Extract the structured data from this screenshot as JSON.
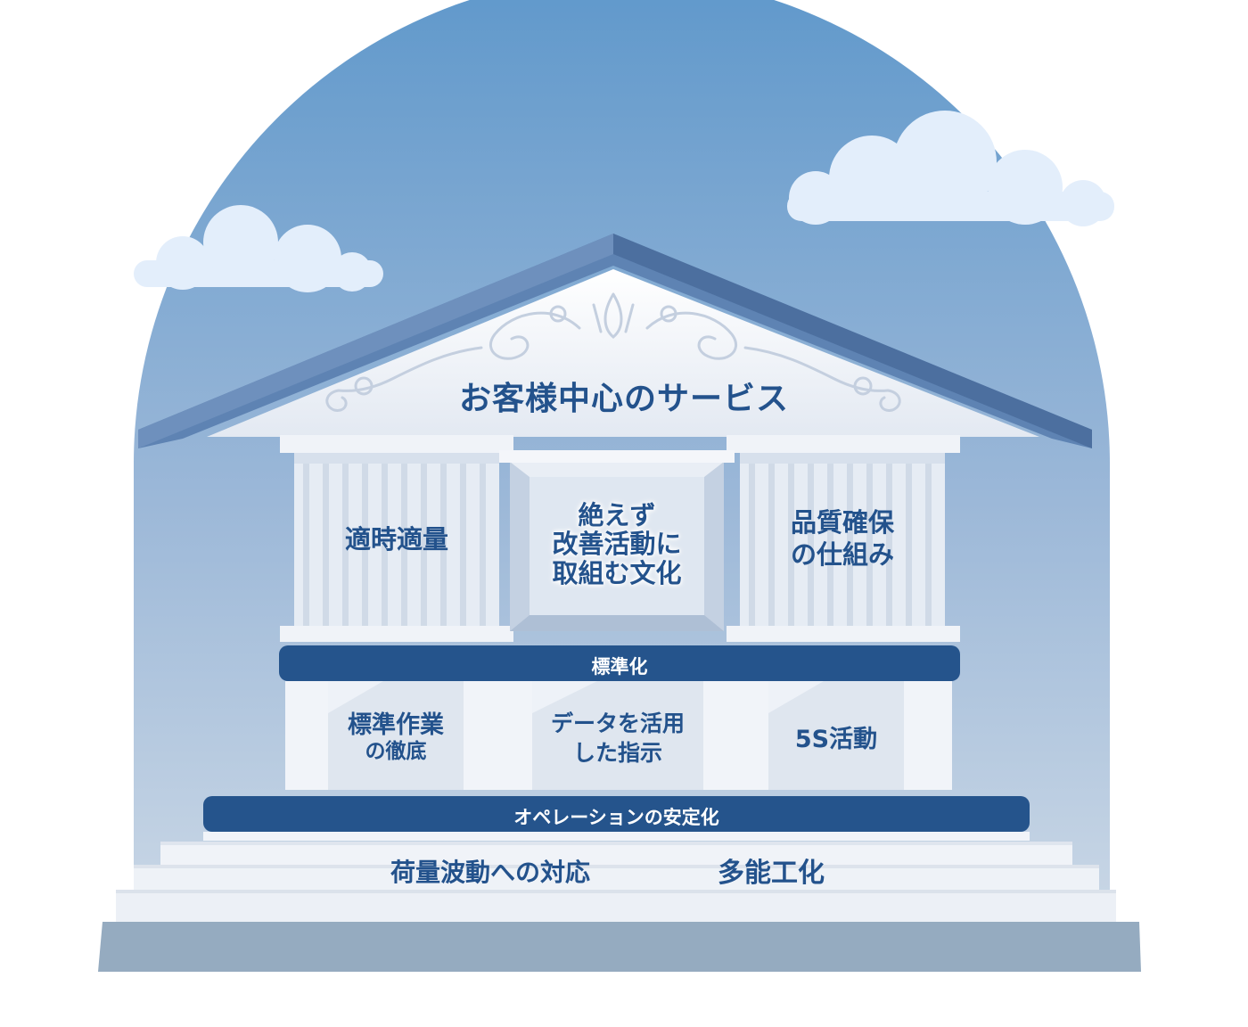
{
  "pediment": {
    "title": "お客様中心のサービス"
  },
  "pillars": {
    "left": {
      "lines": [
        "適時適量"
      ]
    },
    "center": {
      "lines": [
        "絶えず",
        "改善活動に",
        "取組む文化"
      ]
    },
    "right": {
      "lines": [
        "品質確保",
        "の仕組み"
      ]
    }
  },
  "band_upper": {
    "label": "標準化"
  },
  "foundation": {
    "left": {
      "lines": [
        "標準作業",
        "の徹底"
      ]
    },
    "center": {
      "lines": [
        "データを活用",
        "した指示"
      ]
    },
    "right": {
      "lines": [
        "5S活動"
      ]
    }
  },
  "band_lower": {
    "label": "オペレーションの安定化"
  },
  "steps": {
    "left": "荷量波動への対応",
    "right": "多能工化"
  },
  "colors": {
    "sky_top": "#5f98cb",
    "sky_bottom": "#c9d7e6",
    "roof": "#5e83b3",
    "band": "#25548c",
    "text": "#23528c",
    "building": "#eef1f7",
    "plinth": "#95abc0"
  }
}
